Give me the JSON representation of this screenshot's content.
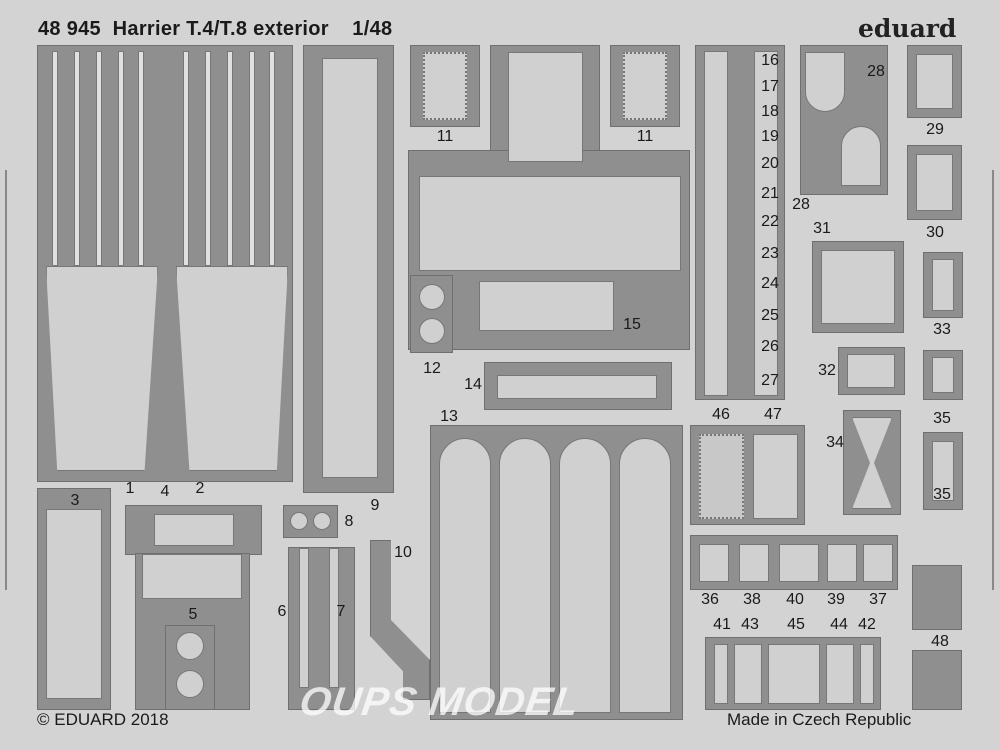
{
  "header": {
    "title": "48 945  Harrier T.4/T.8 exterior    1/48",
    "brand": "eduard"
  },
  "footer": {
    "copyright": "© EDUARD 2018",
    "origin": "Made in Czech Republic"
  },
  "watermark": "OUPS MODEL",
  "labels": [
    "1",
    "2",
    "3",
    "4",
    "5",
    "6",
    "7",
    "8",
    "9",
    "10",
    "11",
    "11",
    "12",
    "13",
    "14",
    "15",
    "16",
    "17",
    "18",
    "19",
    "20",
    "21",
    "22",
    "23",
    "24",
    "25",
    "26",
    "27",
    "28",
    "28",
    "29",
    "30",
    "31",
    "32",
    "33",
    "34",
    "35",
    "35",
    "36",
    "38",
    "40",
    "39",
    "37",
    "41",
    "43",
    "45",
    "44",
    "42",
    "46",
    "47",
    "48"
  ]
}
